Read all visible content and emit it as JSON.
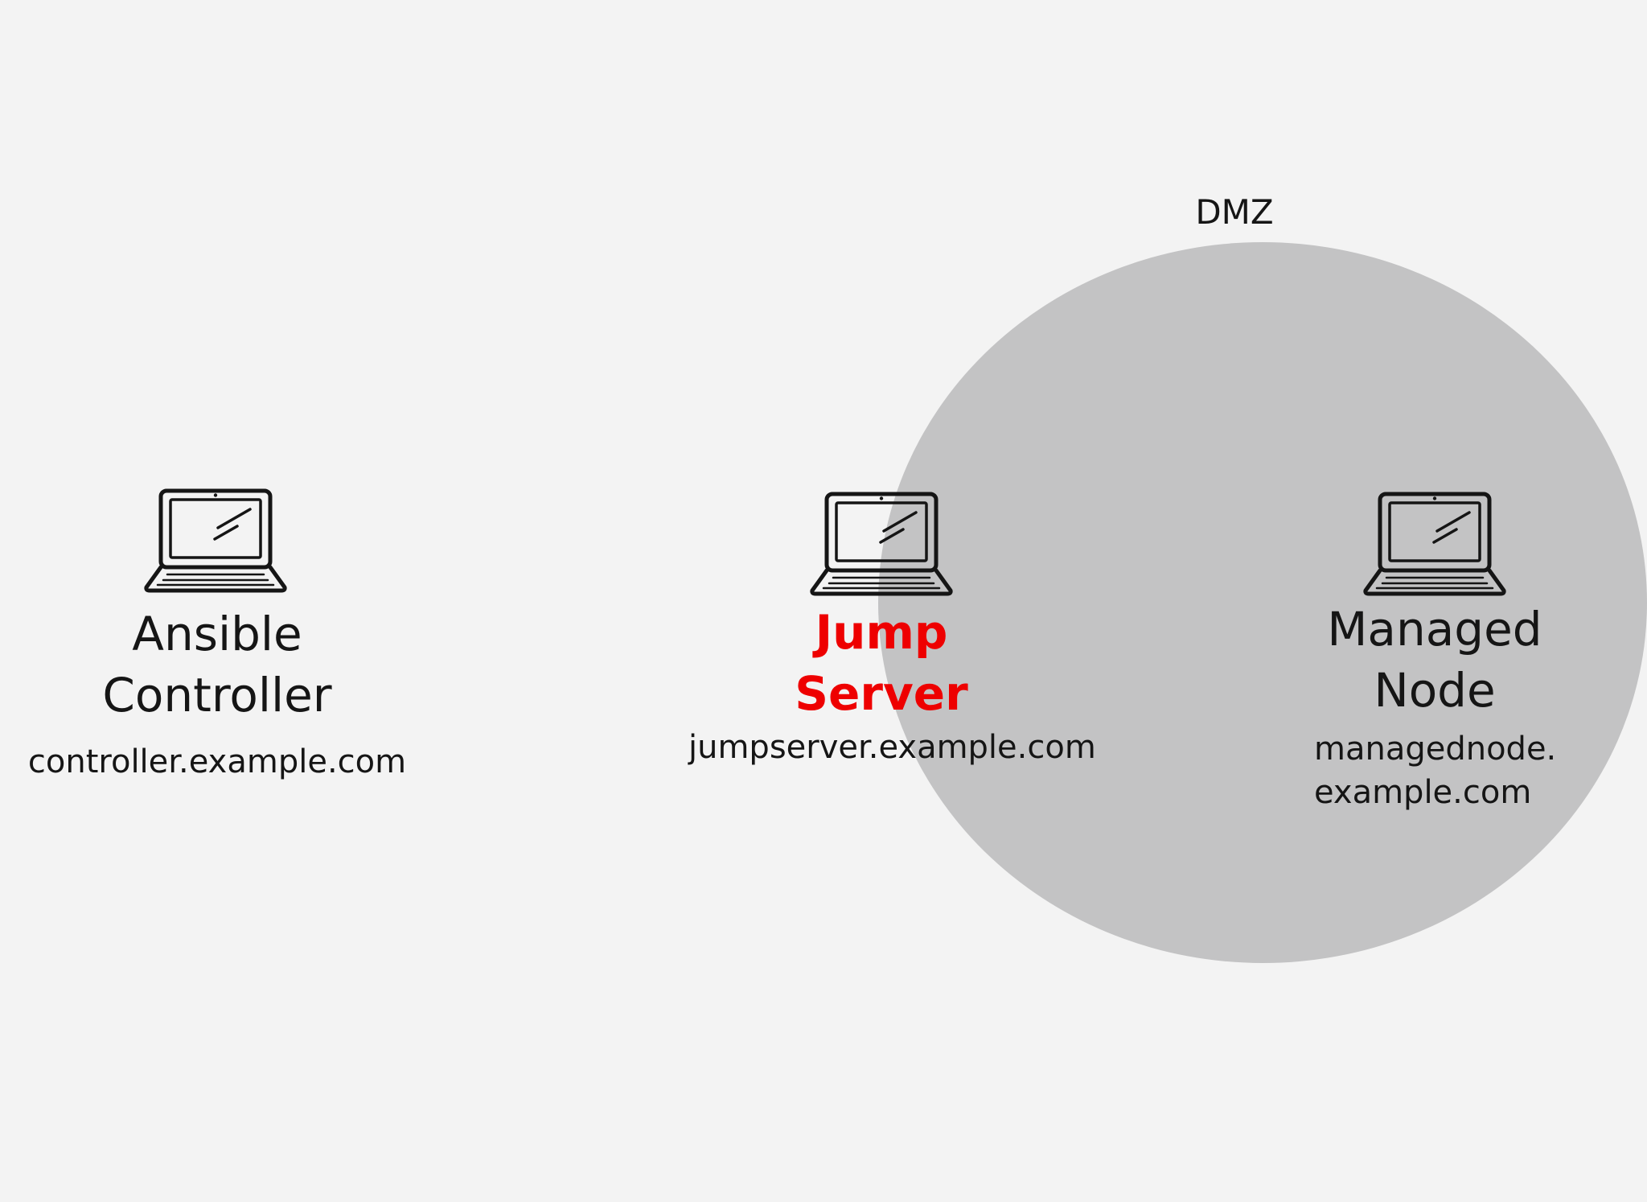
{
  "zone": {
    "label": "DMZ",
    "fill_color": "#c3c3c4"
  },
  "nodes": {
    "controller": {
      "title": "Ansible\nController",
      "host": "controller.example.com",
      "icon": "laptop-icon"
    },
    "jump": {
      "title": "Jump\nServer",
      "host": "jumpserver.example.com",
      "icon": "laptop-icon",
      "accent_color": "#ee0000"
    },
    "managed": {
      "title": "Managed\nNode",
      "host": "managednode.\nexample.com",
      "icon": "laptop-icon"
    }
  },
  "colors": {
    "background": "#f3f3f3",
    "text": "#151515",
    "highlight": "#ee0000"
  }
}
